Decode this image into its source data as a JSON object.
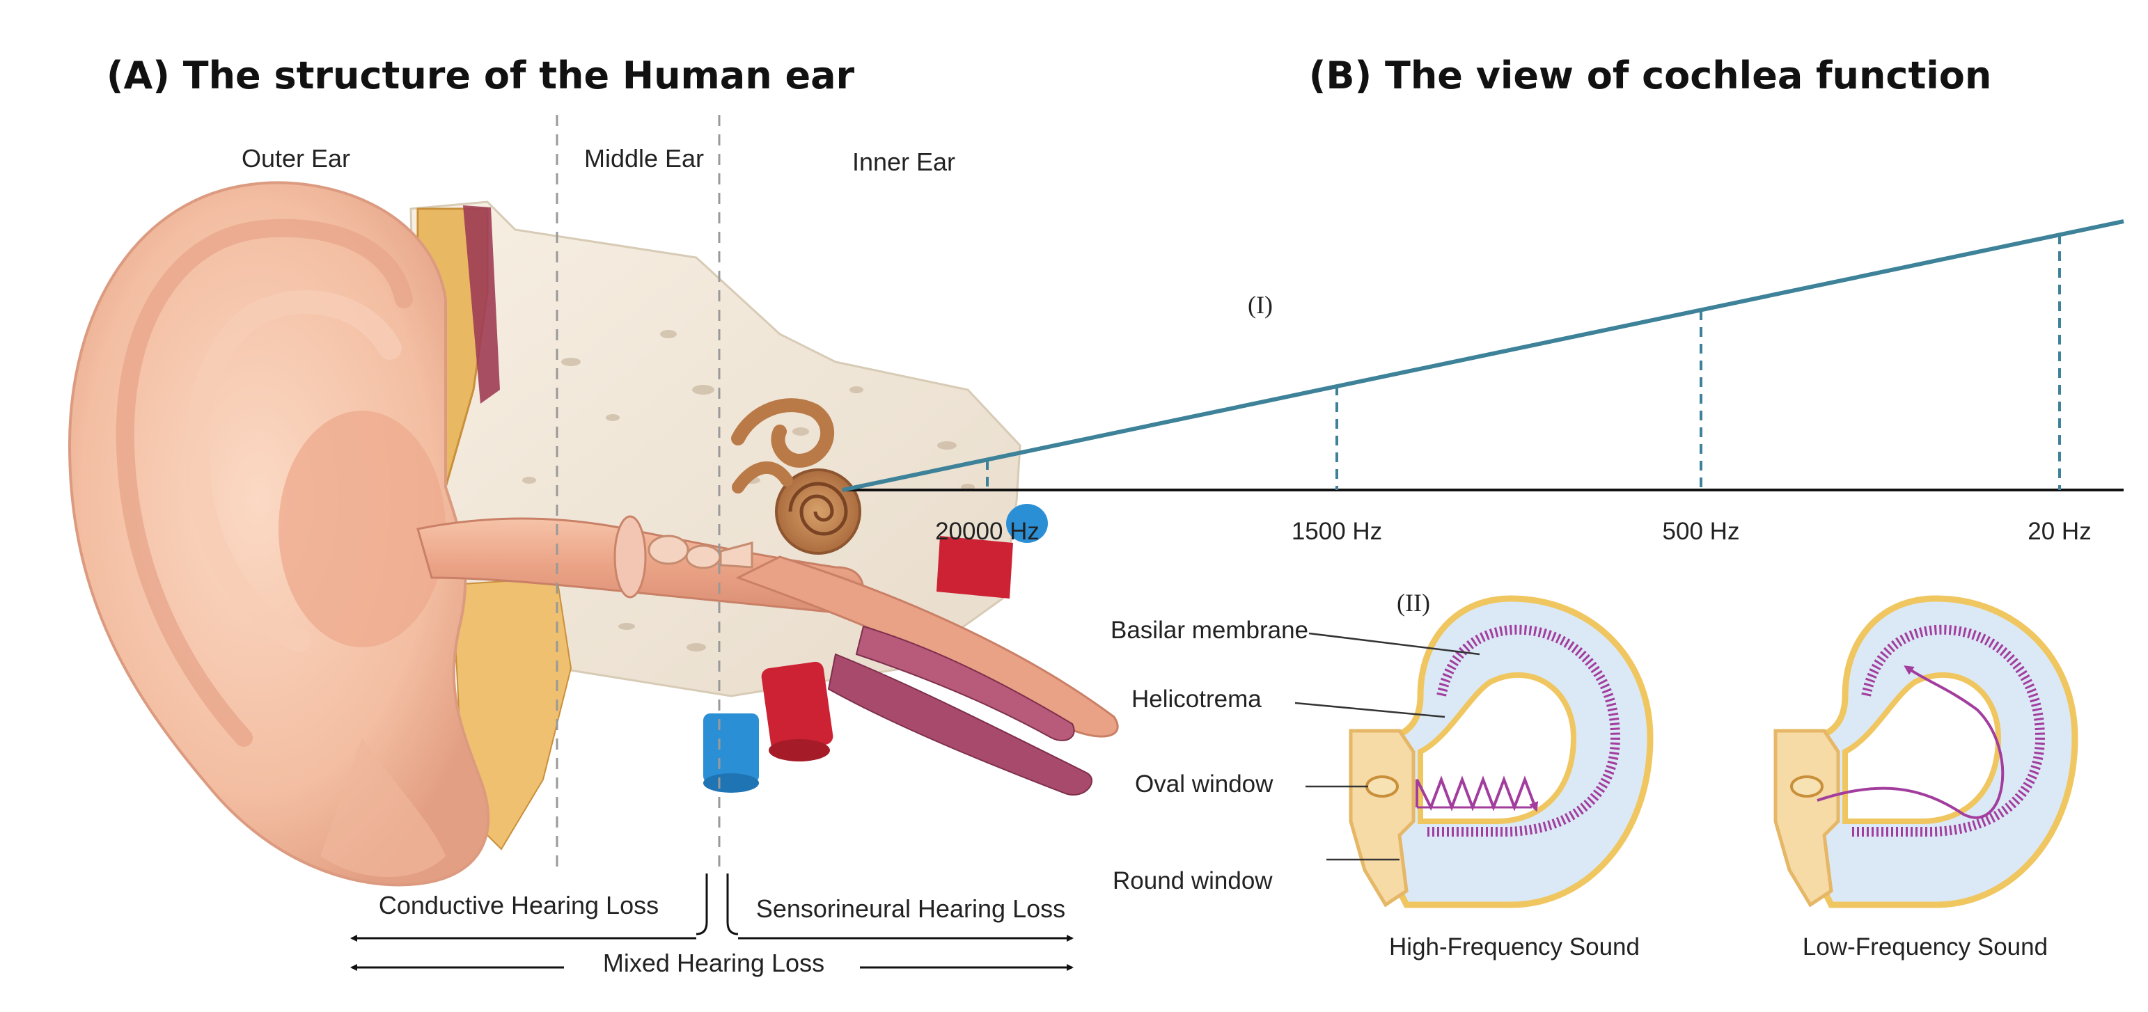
{
  "panelA": {
    "title": "(A) The structure of the Human ear",
    "regions": {
      "outer": "Outer Ear",
      "middle": "Middle Ear",
      "inner": "Inner Ear"
    },
    "loss": {
      "conductive": "Conductive Hearing Loss",
      "sensorineural": "Sensorineural Hearing Loss",
      "mixed": "Mixed Hearing Loss"
    }
  },
  "panelB": {
    "title": "(B) The view of cochlea function",
    "part1": "(I)",
    "part2": "(II)",
    "frequencies": [
      "20000 Hz",
      "1500 Hz",
      "500 Hz",
      "20 Hz"
    ],
    "labels": {
      "basilar": "Basilar membrane",
      "helicotrema": "Helicotrema",
      "oval": "Oval window",
      "round": "Round window"
    },
    "captions": {
      "high": "High-Frequency Sound",
      "low": "Low-Frequency Sound"
    }
  },
  "colors": {
    "teal_line": "#3d8299",
    "skin": "#f3c2a8",
    "bone": "#f1e6d6",
    "fat": "#e8b55f",
    "artery": "#cc2233",
    "vein": "#2b8fd6",
    "muscle": "#a84a6b",
    "cochlea_outline": "#f0c660",
    "cochlea_fill": "#dbe9f6",
    "membrane": "#a23d9e"
  }
}
